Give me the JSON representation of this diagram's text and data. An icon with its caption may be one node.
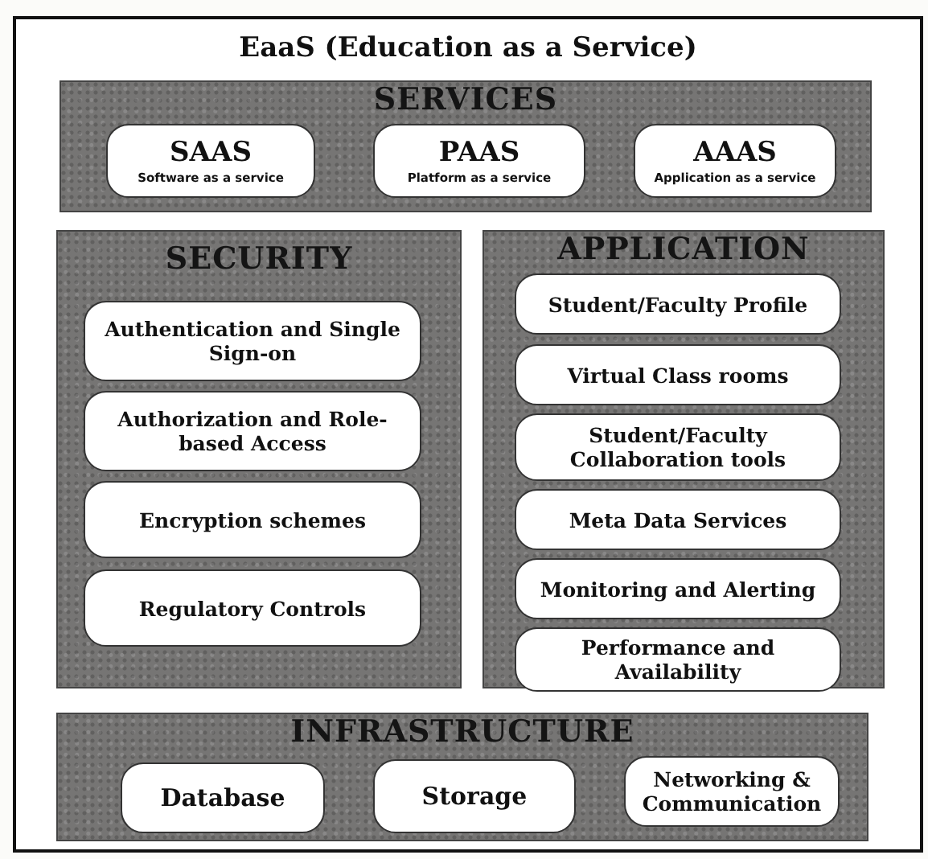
{
  "diagram": {
    "nodes": [
      {
        "text": [
          "EaaS (Education as a Service)"
        ]
      },
      {
        "text": [
          "SERVICES"
        ],
        "in": 0
      },
      {
        "text": [
          "SAAS",
          "Software as a service"
        ],
        "in": 1
      },
      {
        "text": [
          "PAAS",
          "Platform as a service"
        ],
        "in": 1
      },
      {
        "text": [
          "AAAS",
          "Application as a service"
        ],
        "in": 1
      },
      {
        "text": [
          "SECURITY"
        ],
        "in": 0
      },
      {
        "text": [
          "Authentication and Single Sign-on"
        ],
        "in": 5
      },
      {
        "text": [
          "Authorization and Role-based Access"
        ],
        "in": 5
      },
      {
        "text": [
          "Encryption schemes"
        ],
        "in": 5
      },
      {
        "text": [
          "Regulatory Controls"
        ],
        "in": 5
      },
      {
        "text": [
          "APPLICATION"
        ],
        "in": 0
      },
      {
        "text": [
          "Student/Faculty Profile"
        ],
        "in": 10
      },
      {
        "text": [
          "Virtual Class rooms"
        ],
        "in": 10
      },
      {
        "text": [
          "Student/Faculty Collaboration tools"
        ],
        "in": 10
      },
      {
        "text": [
          "Meta Data Services"
        ],
        "in": 10
      },
      {
        "text": [
          "Monitoring and Alerting"
        ],
        "in": 10
      },
      {
        "text": [
          "Performance and Availability"
        ],
        "in": 10
      },
      {
        "text": [
          "INFRASTRUCTURE"
        ],
        "in": 0
      },
      {
        "text": [
          "Database"
        ],
        "in": 17
      },
      {
        "text": [
          "Storage"
        ],
        "in": 17
      },
      {
        "text": [
          "Networking & Communication"
        ],
        "in": 17
      }
    ]
  }
}
